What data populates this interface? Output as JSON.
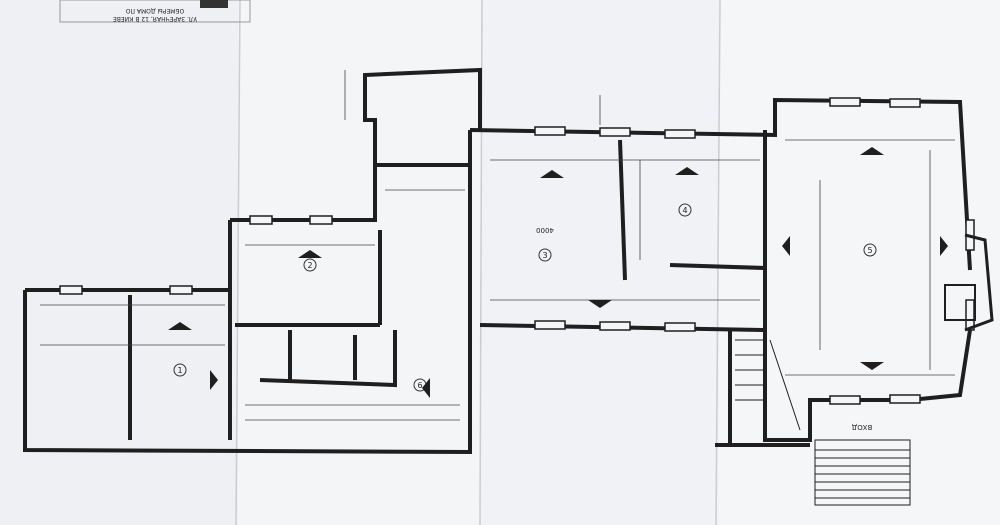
{
  "sheet": {
    "title_block_text": "ОБМЕРЫ ДОМА ПО",
    "address_text": "УЛ. ЗАРЕЧНАЯ, 12 В КИЕВЕ",
    "paper_color": "#f3f4f6",
    "line_color": "#1f1f1f"
  },
  "rooms": [
    {
      "id": "room-1",
      "marker": "1"
    },
    {
      "id": "room-2",
      "marker": "2"
    },
    {
      "id": "room-3",
      "marker": "3"
    },
    {
      "id": "room-4",
      "marker": "4"
    },
    {
      "id": "room-5",
      "marker": "5"
    },
    {
      "id": "room-6",
      "marker": "6"
    }
  ],
  "dimensions": {
    "main_hall_width": "4000"
  },
  "stair": {
    "label": "ВХОД"
  }
}
